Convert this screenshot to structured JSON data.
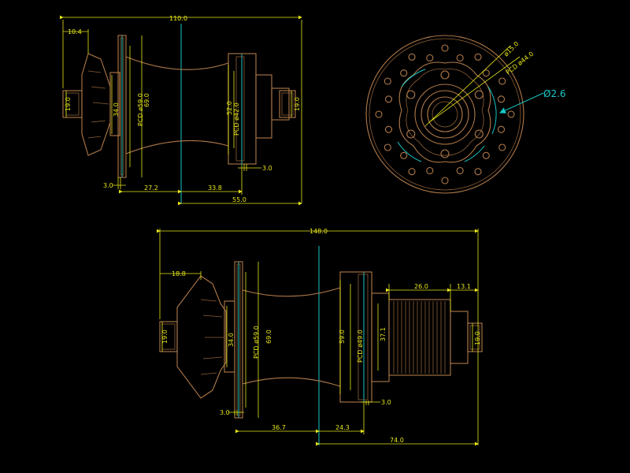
{
  "colors": {
    "background": "#000000",
    "part_outline": "#b07a4a",
    "dimension": "#e6e619",
    "axis_callout": "#19c6c6"
  },
  "front_hub": {
    "overall_length": "110.0",
    "left_rotor_offset": "10.4",
    "left_end_dia": "19.0",
    "right_end_dia": "19.0",
    "left_flange_inner": "34.0",
    "left_pcd": "PCD ø59.0",
    "left_flange_dia": "69.0",
    "right_flange_outer": "52.0",
    "right_pcd": "PCD ø42.0",
    "left_flange_thickness": "3.0",
    "right_flange_thickness": "3.0",
    "left_to_center": "27.2",
    "center_to_right_flange": "33.8",
    "center_to_end": "55.0"
  },
  "side_view": {
    "hole_dia_label": "ø15.0",
    "pcd_label": "PCD ø44.0",
    "callout": "Ø2.6"
  },
  "rear_hub": {
    "overall_length": "148.0",
    "left_rotor_offset": "18.8",
    "left_end_dia": "19.0",
    "right_end_dia": "19.0",
    "left_flange_inner": "34.0",
    "left_pcd": "PCD ø59.0",
    "left_flange_dia": "69.0",
    "right_flange_dia": "59.0",
    "right_pcd": "PCD ø49.0",
    "freehub_inner": "37.1",
    "freehub_length": "26.0",
    "end_cap_length": "13.1",
    "left_flange_thickness": "3.0",
    "right_flange_thickness": "3.0",
    "left_to_center": "36.7",
    "center_to_right_flange": "24.3",
    "center_to_end": "74.0"
  }
}
